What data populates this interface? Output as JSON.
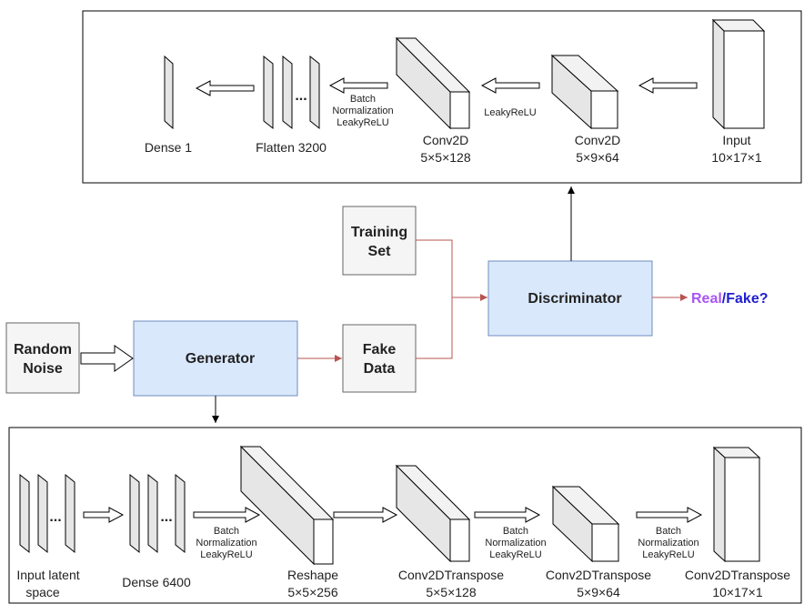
{
  "generator": {
    "label": "Generator"
  },
  "discriminator": {
    "label": "Discriminator"
  },
  "random_noise": {
    "line1": "Random",
    "line2": "Noise"
  },
  "training_set": {
    "line1": "Training",
    "line2": "Set"
  },
  "fake_data": {
    "line1": "Fake",
    "line2": "Data"
  },
  "output": {
    "real": "Real",
    "slash": "/",
    "fake": "Fake?",
    "real_color": "#a855f7",
    "fake_color": "#1f1fcf"
  },
  "colors": {
    "box_blue": "#dae8fc",
    "box_blue_border": "#6c8ebf",
    "box_grey": "#f5f5f5",
    "red_arrow": "#b85450"
  },
  "disc_net": {
    "input": {
      "name": "Input",
      "dims": "10×17×1"
    },
    "conv2": {
      "name": "Conv2D",
      "dims": "5×9×64"
    },
    "conv1": {
      "name": "Conv2D",
      "dims": "5×5×128"
    },
    "flatten": {
      "name": "Flatten 3200",
      "dots": "..."
    },
    "dense": {
      "name": "Dense 1"
    },
    "act1": "LeakyReLU",
    "act2": {
      "line1": "Batch",
      "line2": "Normalization",
      "line3": "LeakyReLU"
    }
  },
  "gen_net": {
    "latent": {
      "line1": "Input latent",
      "line2": "space",
      "dots": "..."
    },
    "dense": {
      "name": "Dense 6400",
      "dots": "..."
    },
    "reshape": {
      "name": "Reshape",
      "dims": "5×5×256"
    },
    "convt1": {
      "name": "Conv2DTranspose",
      "dims": "5×5×128"
    },
    "convt2": {
      "name": "Conv2DTranspose",
      "dims": "5×9×64"
    },
    "convt3": {
      "name": "Conv2DTranspose",
      "dims": "10×17×1"
    },
    "act": {
      "line1": "Batch",
      "line2": "Normalization",
      "line3": "LeakyReLU"
    }
  }
}
